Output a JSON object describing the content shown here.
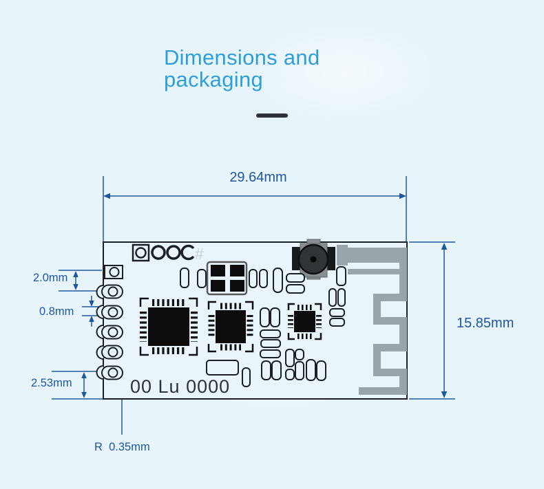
{
  "colors": {
    "background": "#e7f4fa",
    "title_blue": "#2e9ed7",
    "dimension_blue": "#1e56a0",
    "outline_black": "#1a1f24",
    "antenna_gray": "#9aa5ab",
    "divider_dark": "#2c3238",
    "connector_body_gray": "#878d91",
    "connector_barrel_dark": "#303437",
    "silkscreen_dark": "#2f343a",
    "hash_light_gray": "#c8d0d5"
  },
  "title": {
    "line1": "Dimensions and",
    "line2": "packaging"
  },
  "dimensions": {
    "board_width": "29.64mm",
    "board_height": "15.85mm",
    "pad_pitch": "2.0mm",
    "pad_width": "0.8mm",
    "bottom_pad_offset": "2.53mm",
    "corner_radius": "R  0.35mm"
  },
  "module": {
    "silkscreen": "00 Lu 0000",
    "hash_mark": "#"
  }
}
